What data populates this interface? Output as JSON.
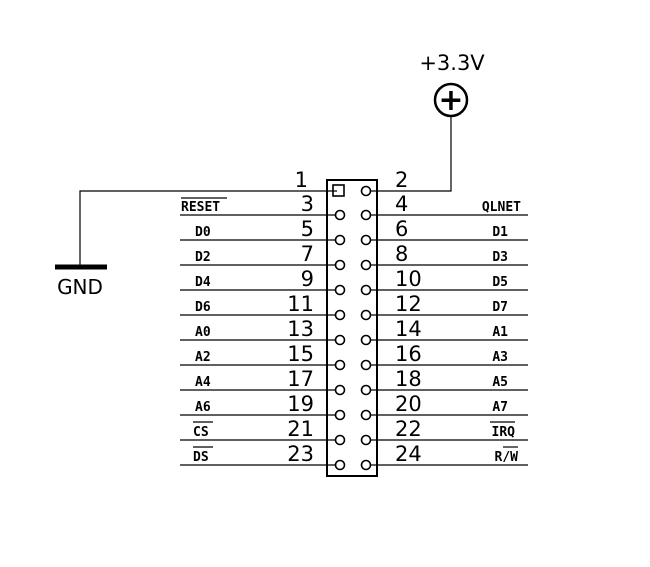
{
  "power": {
    "label": "+3.3V",
    "symbol": "+"
  },
  "ground": {
    "label": "GND"
  },
  "left_pins": [
    {
      "num": "1",
      "signal": ""
    },
    {
      "num": "3",
      "signal": "RESET"
    },
    {
      "num": "5",
      "signal": "D0"
    },
    {
      "num": "7",
      "signal": "D2"
    },
    {
      "num": "9",
      "signal": "D4"
    },
    {
      "num": "11",
      "signal": "D6"
    },
    {
      "num": "13",
      "signal": "A0"
    },
    {
      "num": "15",
      "signal": "A2"
    },
    {
      "num": "17",
      "signal": "A4"
    },
    {
      "num": "19",
      "signal": "A6"
    },
    {
      "num": "21",
      "signal": "CS"
    },
    {
      "num": "23",
      "signal": "DS"
    }
  ],
  "right_pins": [
    {
      "num": "2",
      "signal": ""
    },
    {
      "num": "4",
      "signal": "QLNET"
    },
    {
      "num": "6",
      "signal": "D1"
    },
    {
      "num": "8",
      "signal": "D3"
    },
    {
      "num": "10",
      "signal": "D5"
    },
    {
      "num": "12",
      "signal": "D7"
    },
    {
      "num": "14",
      "signal": "A1"
    },
    {
      "num": "16",
      "signal": "A3"
    },
    {
      "num": "18",
      "signal": "A5"
    },
    {
      "num": "20",
      "signal": "A7"
    },
    {
      "num": "22",
      "signal": "IRQ"
    },
    {
      "num": "24",
      "signal": "R/W"
    }
  ]
}
